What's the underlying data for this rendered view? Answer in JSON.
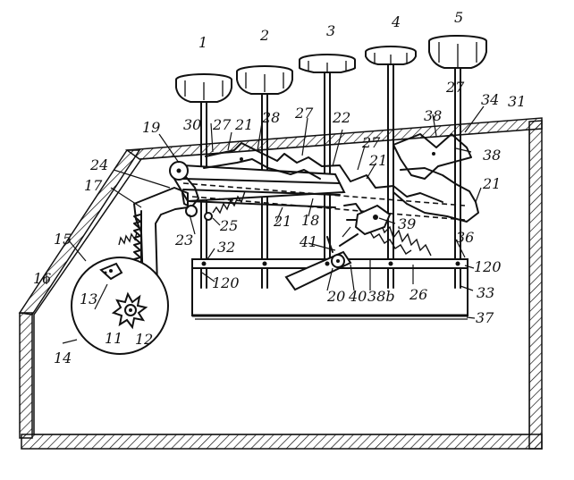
{
  "figure": {
    "keys": [
      "1",
      "2",
      "3",
      "4",
      "5"
    ],
    "reference_numerals": [
      "31",
      "27",
      "34",
      "38",
      "30",
      "27",
      "21",
      "28",
      "27",
      "22",
      "19",
      "38",
      "24",
      "17",
      "27",
      "21",
      "21",
      "18",
      "25",
      "39",
      "23",
      "32",
      "41",
      "36",
      "15",
      "16",
      "120",
      "20",
      "40",
      "38b",
      "26",
      "120",
      "33",
      "13",
      "12",
      "11",
      "37",
      "14",
      "21"
    ]
  }
}
